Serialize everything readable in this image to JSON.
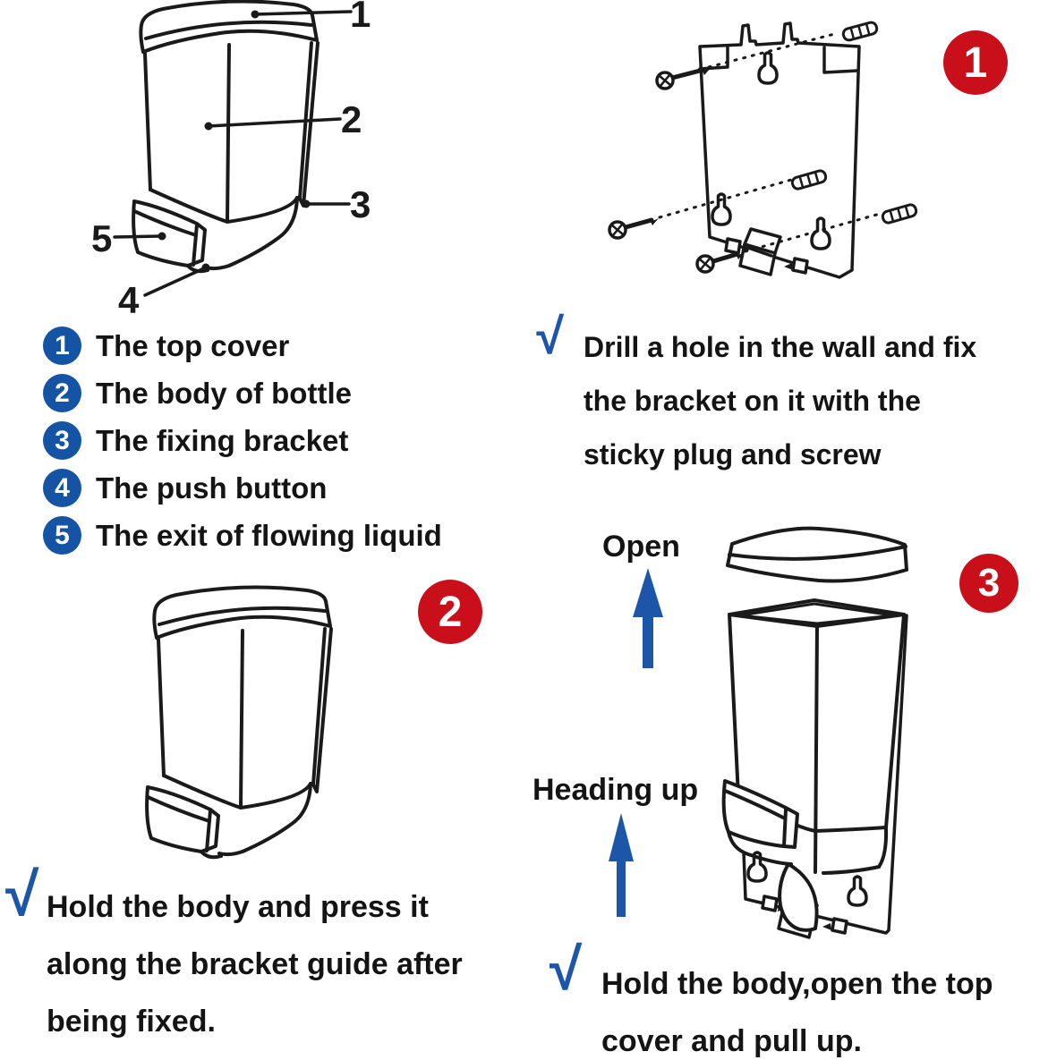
{
  "colors": {
    "legend_circle_blue": "#1553a5",
    "step_badge_red": "#c9101a",
    "arrow_blue": "#1d55a9",
    "check_blue": "#1d55a9",
    "line_art_ink": "#1a1a1a"
  },
  "figure1": {
    "callouts": [
      "1",
      "2",
      "3",
      "4",
      "5"
    ]
  },
  "legend": {
    "items": [
      {
        "num": "1",
        "text": "The top cover"
      },
      {
        "num": "2",
        "text": "The body of bottle"
      },
      {
        "num": "3",
        "text": "The fixing bracket"
      },
      {
        "num": "4",
        "text": "The push button"
      },
      {
        "num": "5",
        "text": "The exit of flowing liquid"
      }
    ]
  },
  "steps": {
    "step1": {
      "badge": "1",
      "check": "√",
      "lines": [
        "Drill a hole in the wall and fix",
        "the bracket on it with the",
        "sticky plug and screw"
      ]
    },
    "step2": {
      "badge": "2",
      "check": "√",
      "lines": [
        "Hold the body and press it",
        "along the bracket guide after",
        "being fixed."
      ]
    },
    "step3": {
      "badge": "3",
      "check": "√",
      "open_label": "Open",
      "heading_label": "Heading up",
      "lines": [
        "Hold the body,open the top",
        "cover and pull up."
      ]
    }
  }
}
